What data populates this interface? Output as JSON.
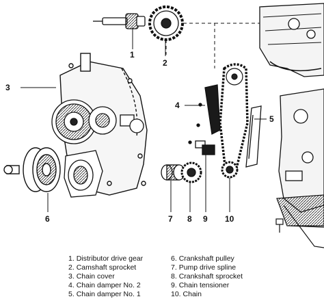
{
  "callouts": [
    {
      "num": "1"
    },
    {
      "num": "2"
    },
    {
      "num": "3"
    },
    {
      "num": "4"
    },
    {
      "num": "5"
    },
    {
      "num": "6"
    },
    {
      "num": "7"
    },
    {
      "num": "8"
    },
    {
      "num": "9"
    },
    {
      "num": "10"
    }
  ],
  "legend": [
    {
      "num": "1.",
      "label": "Distributor drive gear"
    },
    {
      "num": "2.",
      "label": "Camshaft sprocket"
    },
    {
      "num": "3.",
      "label": "Chain cover"
    },
    {
      "num": "4.",
      "label": "Chain damper No. 2"
    },
    {
      "num": "5.",
      "label": "Chain damper No. 1"
    },
    {
      "num": "6.",
      "label": "Crankshaft pulley"
    },
    {
      "num": "7.",
      "label": "Pump drive spline"
    },
    {
      "num": "8.",
      "label": "Crankshaft sprocket"
    },
    {
      "num": "9.",
      "label": "Chain tensioner"
    },
    {
      "num": "10.",
      "label": "Chain"
    }
  ]
}
